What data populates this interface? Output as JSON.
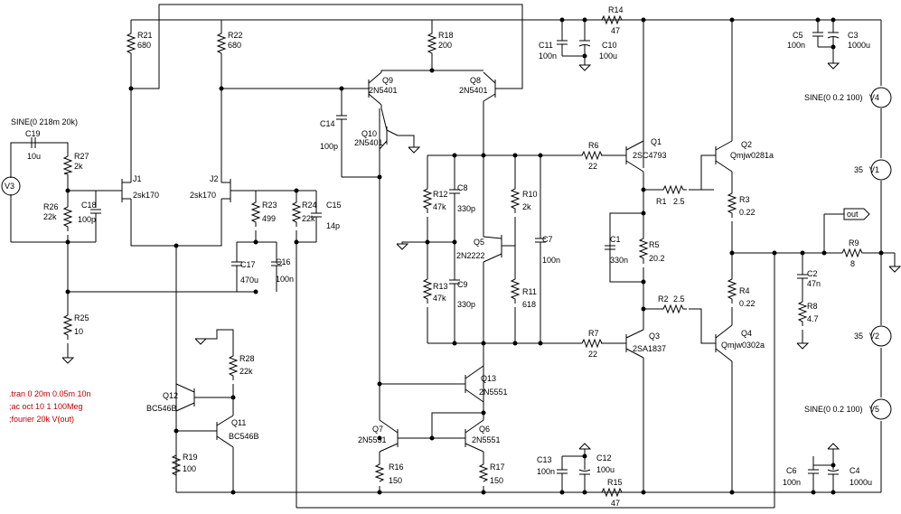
{
  "components": [
    {
      "ref": "R21",
      "value": "680"
    },
    {
      "ref": "R22",
      "value": "680"
    },
    {
      "ref": "R18",
      "value": "200"
    },
    {
      "ref": "R14",
      "value": "47"
    },
    {
      "ref": "C11",
      "value": "100n"
    },
    {
      "ref": "C10",
      "value": "100u"
    },
    {
      "ref": "C5",
      "value": "100n"
    },
    {
      "ref": "C3",
      "value": "1000u"
    },
    {
      "ref": "Q9",
      "value": "2N5401"
    },
    {
      "ref": "Q8",
      "value": "2N5401"
    },
    {
      "ref": "Q10",
      "value": "2N5401"
    },
    {
      "ref": "C14",
      "value": "100p"
    },
    {
      "ref": "C19",
      "value": "10u"
    },
    {
      "ref": "R27",
      "value": "2k"
    },
    {
      "ref": "R26",
      "value": "22k"
    },
    {
      "ref": "C18",
      "value": "100p"
    },
    {
      "ref": "J1",
      "value": "2sk170"
    },
    {
      "ref": "J2",
      "value": "2sk170"
    },
    {
      "ref": "R23",
      "value": "499"
    },
    {
      "ref": "R24",
      "value": "22k"
    },
    {
      "ref": "C15",
      "value": "14p"
    },
    {
      "ref": "C17",
      "value": "470u"
    },
    {
      "ref": "C16",
      "value": "100n"
    },
    {
      "ref": "R25",
      "value": "10"
    },
    {
      "ref": "R12",
      "value": "47k"
    },
    {
      "ref": "C8",
      "value": "330p"
    },
    {
      "ref": "R13",
      "value": "47k"
    },
    {
      "ref": "C9",
      "value": "330p"
    },
    {
      "ref": "R10",
      "value": "2k"
    },
    {
      "ref": "R11",
      "value": "618"
    },
    {
      "ref": "Q5",
      "value": "2N2222"
    },
    {
      "ref": "C7",
      "value": "100n"
    },
    {
      "ref": "R6",
      "value": "22"
    },
    {
      "ref": "R7",
      "value": "22"
    },
    {
      "ref": "Q1",
      "value": "2SC4793"
    },
    {
      "ref": "Q3",
      "value": "2SA1837"
    },
    {
      "ref": "R1",
      "value": "2.5"
    },
    {
      "ref": "R2",
      "value": "2.5"
    },
    {
      "ref": "C1",
      "value": "330n"
    },
    {
      "ref": "R5",
      "value": "20.2"
    },
    {
      "ref": "Q2",
      "value": "Qmjw0281a"
    },
    {
      "ref": "Q4",
      "value": "Qmjw0302a"
    },
    {
      "ref": "R3",
      "value": "0.22"
    },
    {
      "ref": "R4",
      "value": "0.22"
    },
    {
      "ref": "C2",
      "value": "47n"
    },
    {
      "ref": "R8",
      "value": "4.7"
    },
    {
      "ref": "R9",
      "value": "8"
    },
    {
      "ref": "V4",
      "value": "SINE(0 0.2 100)"
    },
    {
      "ref": "V1",
      "value": "35"
    },
    {
      "ref": "V2",
      "value": "35"
    },
    {
      "ref": "V5",
      "value": "SINE(0 0.2 100)"
    },
    {
      "ref": "V3",
      "value": "SINE(0 218m 20k)"
    },
    {
      "ref": "R28",
      "value": "22k"
    },
    {
      "ref": "Q12",
      "value": "BC546B"
    },
    {
      "ref": "Q11",
      "value": "BC546B"
    },
    {
      "ref": "R19",
      "value": "100"
    },
    {
      "ref": "Q13",
      "value": "2N5551"
    },
    {
      "ref": "Q7",
      "value": "2N5551"
    },
    {
      "ref": "Q6",
      "value": "2N5551"
    },
    {
      "ref": "R16",
      "value": "150"
    },
    {
      "ref": "R17",
      "value": "150"
    },
    {
      "ref": "C13",
      "value": "100n"
    },
    {
      "ref": "C12",
      "value": "100u"
    },
    {
      "ref": "R15",
      "value": "47"
    },
    {
      "ref": "C6",
      "value": "100n"
    },
    {
      "ref": "C4",
      "value": "1000u"
    }
  ],
  "net_label": "out",
  "directives": [
    ".tran 0 20m 0.05m 10n",
    ";ac oct 10 1 100Meg",
    ";fourier 20k V(out)"
  ]
}
